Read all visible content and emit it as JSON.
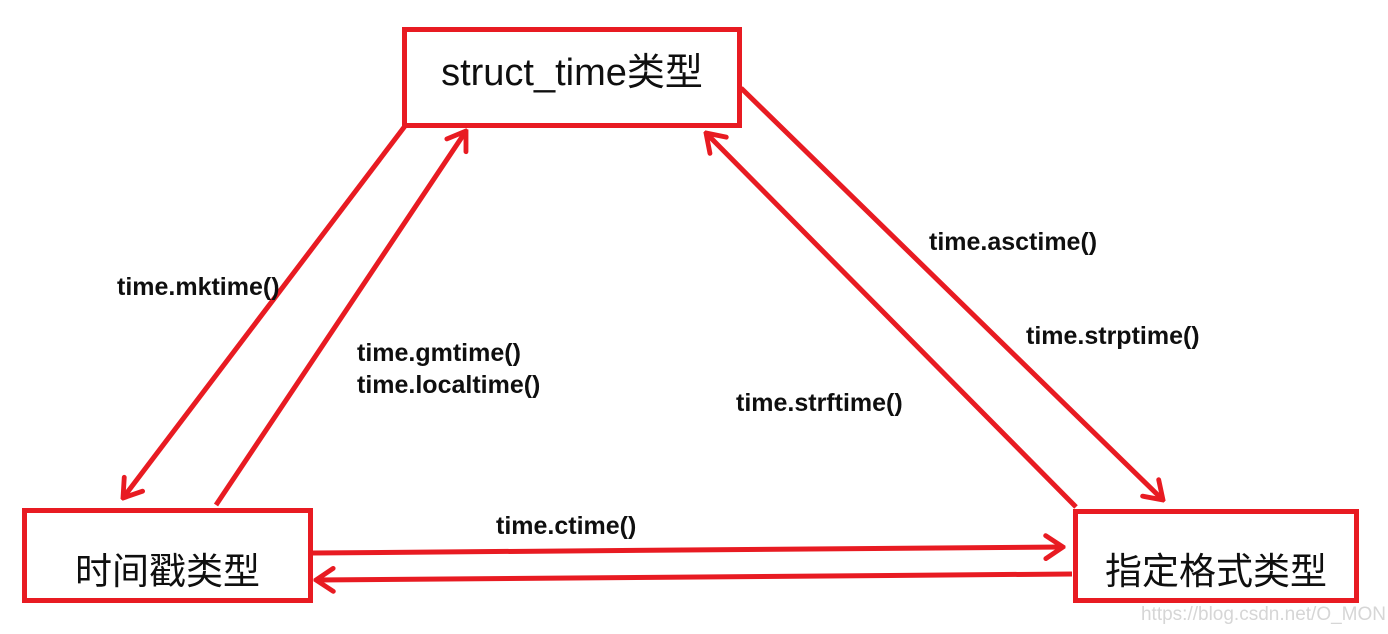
{
  "diagram": {
    "title_hint": "Python time module type conversions",
    "nodes": {
      "struct_time": {
        "label": "struct_time类型"
      },
      "timestamp": {
        "label": "时间戳类型"
      },
      "formatted": {
        "label": "指定格式类型"
      }
    },
    "edges": {
      "mktime": {
        "label": "time.mktime()",
        "from": "struct_time",
        "to": "timestamp"
      },
      "gmtime_localtime": {
        "label_line1": "time.gmtime()",
        "label_line2": "time.localtime()",
        "from": "timestamp",
        "to": "struct_time"
      },
      "asctime": {
        "label": "time.asctime()",
        "from": "struct_time",
        "to": "formatted"
      },
      "strptime": {
        "label": "time.strptime()",
        "from": "formatted",
        "to": "struct_time"
      },
      "strftime": {
        "label": "time.strftime()",
        "from": "struct_time",
        "to": "formatted"
      },
      "ctime": {
        "label": "time.ctime()",
        "from": "timestamp",
        "to": "formatted"
      }
    },
    "colors": {
      "arrow": "#e81b22",
      "text": "#0f0f0f",
      "watermark": "#d6d6d6"
    },
    "watermark": "https://blog.csdn.net/O_MON"
  }
}
